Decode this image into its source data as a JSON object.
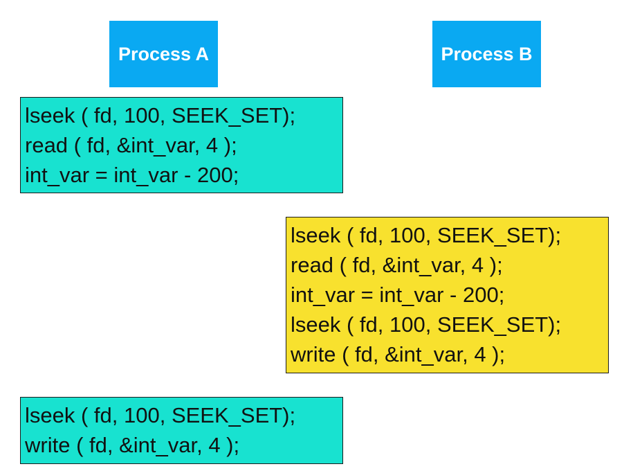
{
  "headers": {
    "process_a": "Process A",
    "process_b": "Process B"
  },
  "blocks": {
    "a1": {
      "lines": [
        "lseek ( fd, 100, SEEK_SET);",
        "read ( fd, &int_var, 4 );",
        "int_var = int_var - 200;"
      ]
    },
    "b1": {
      "lines": [
        "lseek ( fd, 100, SEEK_SET);",
        "read ( fd, &int_var, 4 );",
        "int_var = int_var - 200;",
        "lseek ( fd, 100, SEEK_SET);",
        "write ( fd, &int_var, 4 );"
      ]
    },
    "a2": {
      "lines": [
        "lseek ( fd, 100, SEEK_SET);",
        "write ( fd, &int_var, 4 );"
      ]
    }
  },
  "colors": {
    "header_fill": "#0aa9f2",
    "process_a_fill": "#18e2d0",
    "process_b_fill": "#f8e12e",
    "border": "#1a1a1a"
  }
}
